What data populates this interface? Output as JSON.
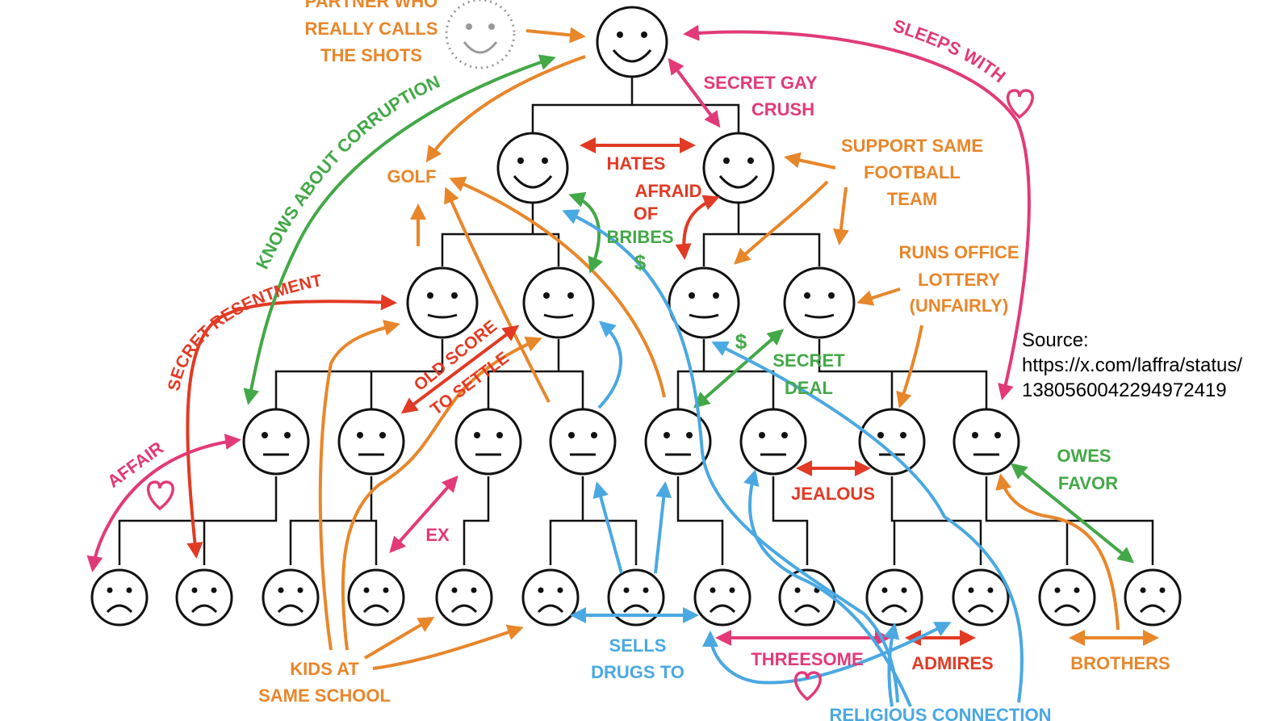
{
  "colors": {
    "orange": "#e8862a",
    "red": "#e23a24",
    "pink": "#e23a78",
    "green": "#43a847",
    "blue": "#4aa8e2",
    "line": "#111111"
  },
  "icons": {
    "happy": "smiley-happy-icon",
    "neutral": "smiley-neutral-icon",
    "sad": "smiley-sad-icon",
    "heart": "heart-icon",
    "dotted": "dotted-smiley-icon"
  },
  "labels": {
    "partner_l1": "PARTNER WHO",
    "partner_l2": "REALLY CALLS",
    "partner_l3": "THE SHOTS",
    "sleeps_with": "SLEEPS WITH",
    "secret_gay_l1": "SECRET GAY",
    "secret_gay_l2": "CRUSH",
    "knows": "KNOWS ABOUT CORRUPTION",
    "golf": "GOLF",
    "hates": "HATES",
    "afraid_l1": "AFRAID",
    "afraid_l2": "OF",
    "bribes": "BRIBES",
    "dollar": "$",
    "support_l1": "SUPPORT SAME",
    "support_l2": "FOOTBALL",
    "support_l3": "TEAM",
    "lottery_l1": "RUNS OFFICE",
    "lottery_l2": "LOTTERY",
    "lottery_l3": "(UNFAIRLY)",
    "resentment": "SECRET RESENTMENT",
    "old_score_l1": "OLD SCORE",
    "old_score_l2": "TO SETTLE",
    "secret_deal_l1": "SECRET",
    "secret_deal_l2": "DEAL",
    "affair": "AFFAIR",
    "jealous": "JEALOUS",
    "owes_l1": "OWES",
    "owes_l2": "FAVOR",
    "ex": "EX",
    "kids_l1": "KIDS AT",
    "kids_l2": "SAME SCHOOL",
    "sells_l1": "SELLS",
    "sells_l2": "DRUGS TO",
    "threesome": "THREESOME",
    "admires": "ADMIRES",
    "brothers": "BROTHERS",
    "religious": "RELIGIOUS CONNECTION"
  },
  "source": {
    "label": "Source:",
    "line1": "https://x.com/laffra/status/",
    "line2": "1380560042294972419"
  }
}
